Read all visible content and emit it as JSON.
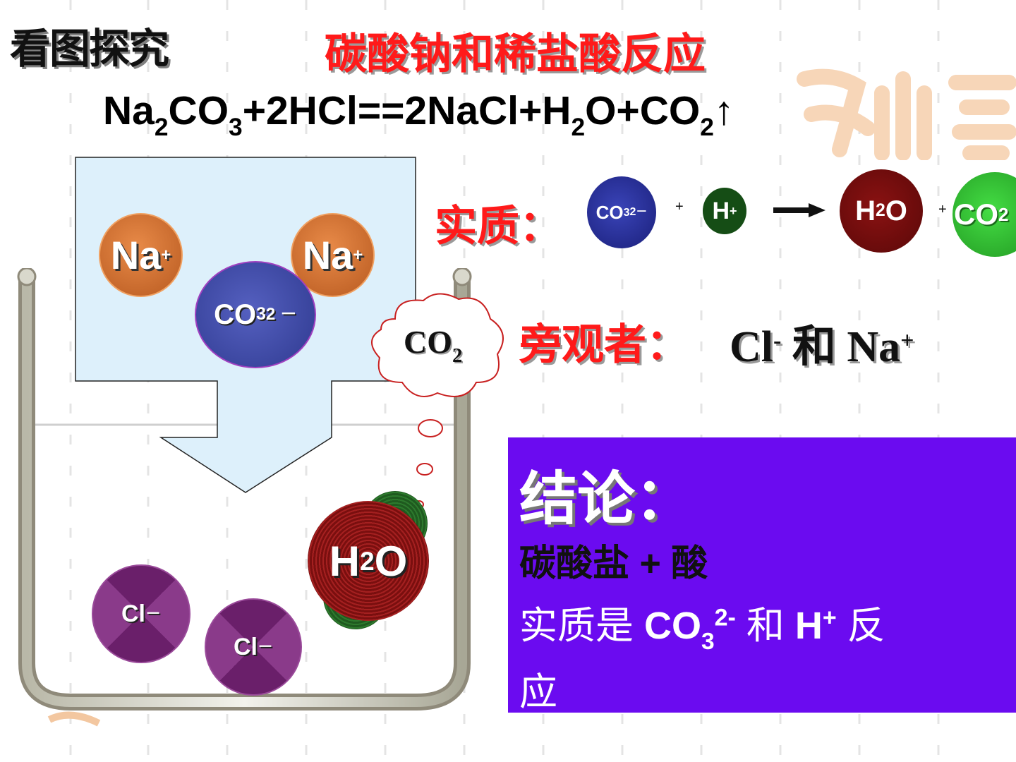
{
  "heading": "看图探究",
  "title": "碳酸钠和稀盐酸反应",
  "equation": {
    "part1": "Na",
    "s1": "2",
    "part2": "CO",
    "s2": "3",
    "part3": "+2HCl==2NaCl+H",
    "s3": "2",
    "part4": "O+CO",
    "s4": "2",
    "part5": "↑"
  },
  "essence": {
    "label": "实质：",
    "co3": "CO",
    "co3_sub": "3",
    "co3_sup": "2－",
    "plus1": "+",
    "h": "H",
    "h_sup": "+",
    "h2o": "H",
    "h2o_sub": "2",
    "h2o_tail": "O",
    "plus2": "+",
    "co2": "CO",
    "co2_sub": "2"
  },
  "bystander": {
    "label": "旁观者：",
    "cl": "Cl",
    "cl_sup": "-",
    "and": "和",
    "na": "Na",
    "na_sup": "+"
  },
  "beaker": {
    "na1": "Na",
    "na1_sup": "+",
    "na2": "Na",
    "na2_sup": "+",
    "co3": "CO",
    "co3_sub": "3",
    "co3_sup": "2 －",
    "bubble_co2": "CO",
    "bubble_co2_sub": "2",
    "h2o": "H",
    "h2o_sub": "2",
    "h2o_tail": "O",
    "cl1": "Cl",
    "cl1_sup": "－",
    "cl2": "Cl",
    "cl2_sup": "－"
  },
  "conclusion": {
    "title": "结论：",
    "line1": "碳酸盐 + 酸",
    "line2a": "实质是 ",
    "line2_co": "CO",
    "line2_sub": "3",
    "line2_sup": "2-",
    "line2_and": " 和 ",
    "line2_h": "H",
    "line2_hsup": "+",
    "line2_end": " 反",
    "line3": "应"
  },
  "colors": {
    "title_red": "#ff1a1a",
    "conclusion_bg": "#6b0bf0",
    "na_ion": "#d9712f",
    "co3_ion": "#3f4aa8",
    "cl_ion": "#7a2a7a",
    "h2o_ion": "#7a0f0f",
    "h_ion": "#1f5a1f",
    "co2_ion": "#33cc33",
    "arrow_fill": "#ddf0fb"
  }
}
